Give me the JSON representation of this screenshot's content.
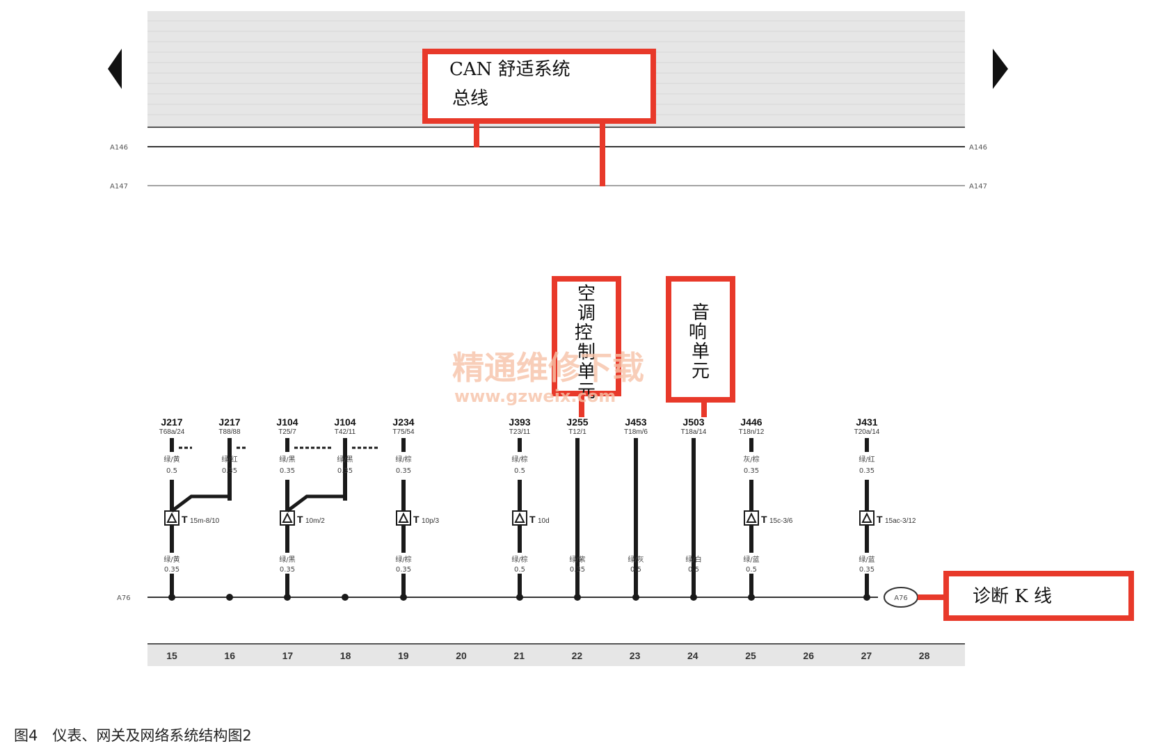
{
  "callouts": {
    "can_comfort_line1": "CAN 舒适系统",
    "can_comfort_line2": "总线",
    "ac_unit": "空调控制单元",
    "audio_unit": "音响单元",
    "diag_k": "诊断 K 线"
  },
  "wire_labels": {
    "a146": "A146",
    "a147": "A147",
    "a76": "A76",
    "a76_node": "A76"
  },
  "components": [
    {
      "id": "J217",
      "pin": "T68a/24",
      "color_top": "绿/黄",
      "size_top": "0.5"
    },
    {
      "id": "J217",
      "pin": "T88/88",
      "color_top": "绿/红",
      "size_top": "0.35"
    },
    {
      "id": "J104",
      "pin": "T25/7",
      "color_top": "绿/黑",
      "size_top": "0.35"
    },
    {
      "id": "J104",
      "pin": "T42/11",
      "color_top": "绿/黑",
      "size_top": "0.35"
    },
    {
      "id": "J234",
      "pin": "T75/54",
      "color_top": "绿/棕",
      "size_top": "0.35"
    },
    {
      "id": "J393",
      "pin": "T23/11",
      "color_top": "绿/棕",
      "size_top": "0.5"
    },
    {
      "id": "J255",
      "pin": "T12/1"
    },
    {
      "id": "J453",
      "pin": "T18m/6"
    },
    {
      "id": "J503",
      "pin": "T18a/14"
    },
    {
      "id": "J446",
      "pin": "T18n/12",
      "color_top": "灰/棕",
      "size_top": "0.35"
    },
    {
      "id": "J431",
      "pin": "T20a/14",
      "color_top": "绿/红",
      "size_top": "0.35"
    }
  ],
  "connectors": [
    {
      "label": "T15m-8/10"
    },
    {
      "label": "T10m/2"
    },
    {
      "label": "T10p/3"
    },
    {
      "label": "T10d"
    },
    {
      "label": "T15c-3/6"
    },
    {
      "label": "T15ac-3/12"
    }
  ],
  "lower_wires": [
    {
      "color": "绿/黄",
      "size": "0.35"
    },
    {
      "color": "绿/黑",
      "size": "0.35"
    },
    {
      "color": "绿/棕",
      "size": "0.35"
    },
    {
      "color": "绿/棕",
      "size": "0.5"
    },
    {
      "color": "绿/紫",
      "size": "0.35"
    },
    {
      "color": "绿/灰",
      "size": "0.5"
    },
    {
      "color": "绿/白",
      "size": "0.5"
    },
    {
      "color": "绿/蓝",
      "size": "0.5"
    },
    {
      "color": "绿/蓝",
      "size": "0.35"
    }
  ],
  "columns": [
    "15",
    "16",
    "17",
    "18",
    "19",
    "20",
    "21",
    "22",
    "23",
    "24",
    "25",
    "26",
    "27",
    "28"
  ],
  "watermark": {
    "cn": "精通维修下载",
    "url": "www.gzweix.com"
  },
  "caption": "图4　仪表、网关及网络系统结构图2",
  "colors": {
    "callout_border": "#e8392a",
    "wire": "#1a1a1a",
    "header": "#e9e9e9"
  }
}
